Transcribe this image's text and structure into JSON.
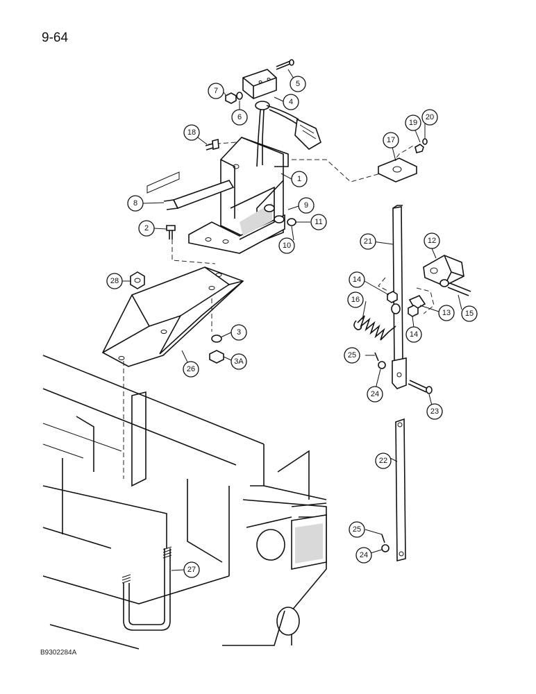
{
  "page_number": "9-64",
  "figure_code": "B9302284A",
  "callouts": [
    "1",
    "2",
    "3",
    "3A",
    "4",
    "5",
    "6",
    "7",
    "8",
    "9",
    "10",
    "11",
    "12",
    "13",
    "14",
    "14",
    "15",
    "16",
    "17",
    "18",
    "19",
    "20",
    "21",
    "22",
    "23",
    "24",
    "24",
    "25",
    "25",
    "26",
    "27",
    "28"
  ]
}
